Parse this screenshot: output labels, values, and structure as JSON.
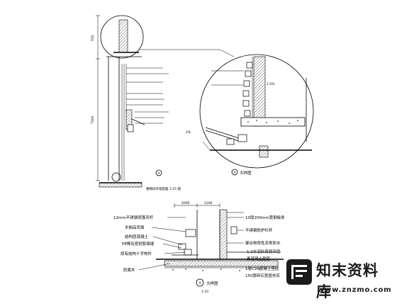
{
  "elevation": {
    "dim_top": "550",
    "dim_mid": "7500",
    "caption": "楼梯间外墙剖面 1:25 图",
    "ref_mark": "A"
  },
  "detail_top": {
    "title": "大样图",
    "ref_mark": "A",
    "label_left": "2%",
    "label_mid": "1.5%"
  },
  "detail_bottom": {
    "title": "大样图",
    "ref_mark": "A",
    "scale": "1:10",
    "dim_a": "2000",
    "dim_b": "1200",
    "left_labels": [
      "12mm不锈钢雨篷吊杆",
      "木制品背面",
      "结构层混凝土",
      "PE棒及密封胶填缝",
      "原有结构十字构件"
    ],
    "left_bottom_label": "防腐木",
    "right_labels": [
      "10厚200mm宽钢板条",
      "不锈钢防护栏杆",
      "聚合物改性沥青防水",
      "1:2水泥砂浆找平层",
      "素混凝土垫层",
      "1厚C20混凝土垫层",
      "150厚碎石垫层夯实"
    ]
  },
  "watermark": {
    "brand": "知末资料库",
    "url": "www.znzmo.com"
  }
}
